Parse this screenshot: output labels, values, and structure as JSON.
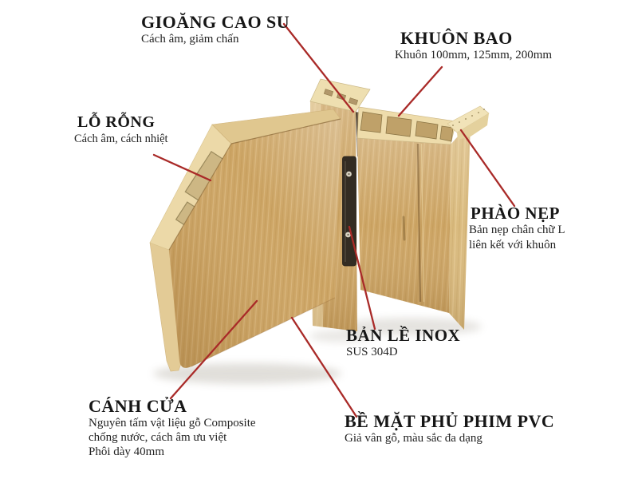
{
  "labels": {
    "gasket": {
      "title": "GIOĂNG CAO SU",
      "desc": "Cách âm, giảm chấn"
    },
    "frame": {
      "title": "KHUÔN BAO",
      "desc": "Khuôn 100mm, 125mm, 200mm"
    },
    "hollow": {
      "title": "LỖ RỖNG",
      "desc": "Cách âm, cách nhiệt"
    },
    "trim": {
      "title": "PHÀO NẸP",
      "desc1": "Bản nẹp chân chữ L",
      "desc2": "liên kết với khuôn"
    },
    "hinge": {
      "title": "BẢN LỀ INOX",
      "desc": "SUS 304D"
    },
    "leaf": {
      "title": "CÁNH CỬA",
      "desc1": "Nguyên tấm vật liệu gỗ Composite",
      "desc2": "chống nước, cách âm ưu việt",
      "desc3": "Phôi dày 40mm"
    },
    "surface": {
      "title": "BỀ MẶT PHỦ PHIM PVC",
      "desc": "Giả vân gỗ, màu sắc đa dạng"
    }
  },
  "colors": {
    "background": "#ffffff",
    "text": "#161616",
    "leader_line": "#a92a28",
    "wood_face": "#cda565",
    "wood_light": "#d9ba7e",
    "cross_section": "#eedcab",
    "hollow_cavity": "#cdb784",
    "hinge_metal": "#332c23",
    "screw": "#d8d2c2"
  }
}
